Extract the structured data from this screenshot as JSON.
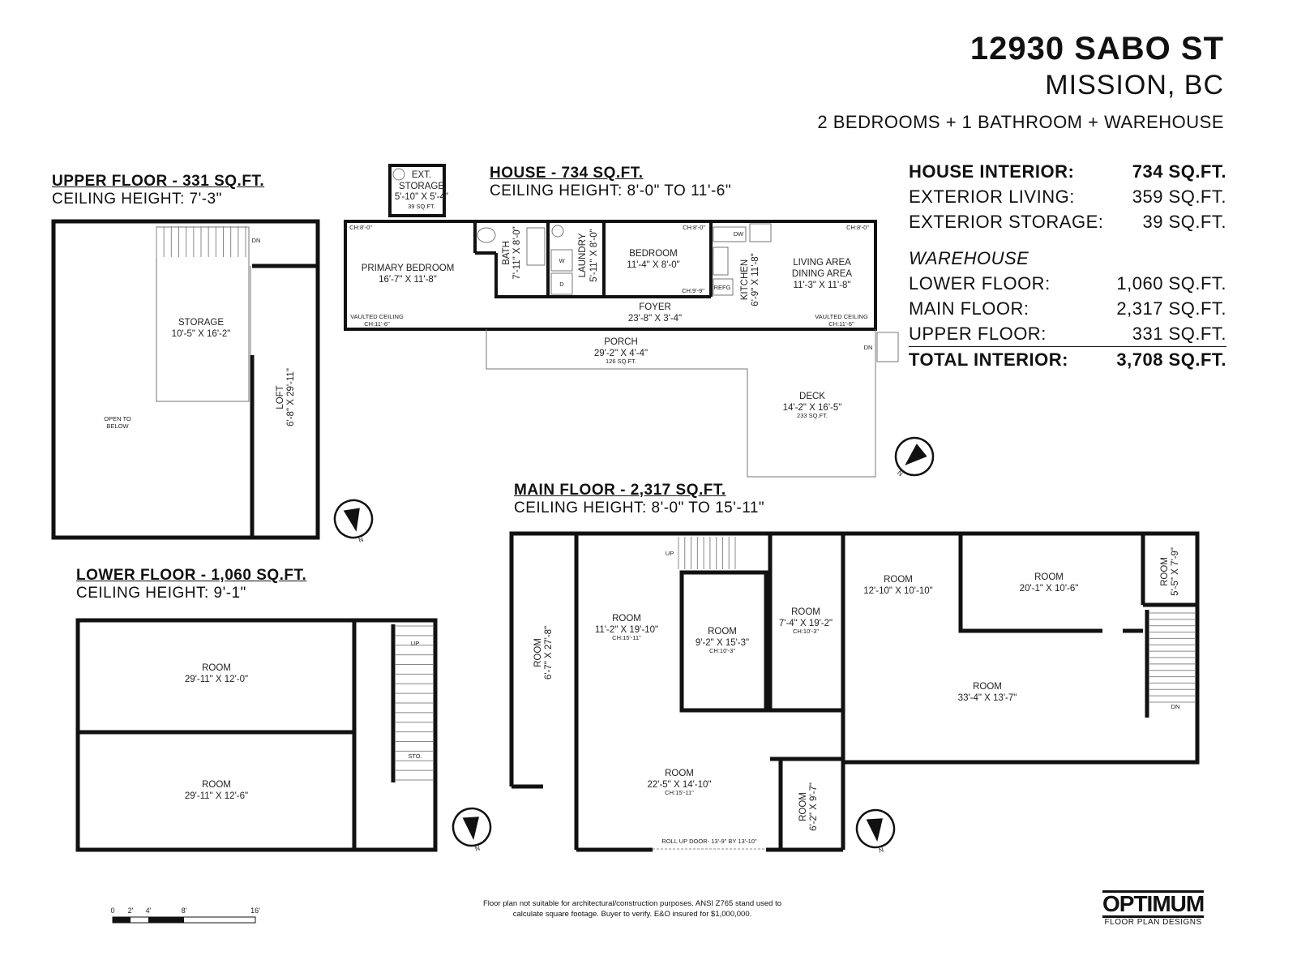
{
  "header": {
    "address": "12930 SABO ST",
    "city": "MISSION, BC",
    "summary_line": "2 BEDROOMS + 1 BATHROOM + WAREHOUSE"
  },
  "summary": {
    "house_rows": [
      {
        "label": "HOUSE INTERIOR:",
        "value": "734 SQ.FT."
      },
      {
        "label": "EXTERIOR  LIVING:",
        "value": "359 SQ.FT."
      },
      {
        "label": "EXTERIOR STORAGE:",
        "value": "39 SQ.FT."
      }
    ],
    "warehouse_heading": "WAREHOUSE",
    "warehouse_rows": [
      {
        "label": "LOWER FLOOR:",
        "value": "1,060 SQ.FT."
      },
      {
        "label": "MAIN FLOOR:",
        "value": "2,317 SQ.FT."
      },
      {
        "label": "UPPER FLOOR:",
        "value": "331 SQ.FT."
      }
    ],
    "total": {
      "label": "TOTAL INTERIOR:",
      "value": "3,708 SQ.FT."
    }
  },
  "plans": {
    "house": {
      "title": "HOUSE - 734 SQ.FT.",
      "ceiling": "CEILING HEIGHT: 8'-0\" TO 11'-6\"",
      "rooms": {
        "ext_storage": {
          "name1": "EXT.",
          "name2": "STORAGE",
          "dims": "5'-10\" X 5'-4\"",
          "area": "39 SQ.FT."
        },
        "primary": {
          "name": "PRIMARY BEDROOM",
          "dims": "16'-7\" X 11'-8\"",
          "ch_top": "CH:8'-0\"",
          "note1": "VAULTED CEILING",
          "note2": "CH:11'-6\""
        },
        "bath": {
          "name": "BATH",
          "dims": "7'-11\" X 8'-0\""
        },
        "laundry": {
          "name": "LAUNDRY",
          "dims": "5'-11\" X 8'-0\"",
          "washer": "W",
          "dryer": "D"
        },
        "bedroom": {
          "name": "BEDROOM",
          "dims": "11'-4\" X 8'-0\"",
          "ch_top": "CH:8'-0\"",
          "ch_bottom": "CH:9'-9\""
        },
        "kitchen": {
          "name": "KITCHEN",
          "dims": "6'-9\" X 11'-8\"",
          "dw": "DW",
          "refg": "REFG"
        },
        "living": {
          "name1": "LIVING AREA",
          "name2": "DINING AREA",
          "dims": "11'-3\" X 11'-8\"",
          "ch_top": "CH:8'-0\"",
          "note1": "VAULTED CEILING",
          "note2": "CH:11'-6\""
        },
        "foyer": {
          "name": "FOYER",
          "dims": "23'-8\" X 3'-4\""
        },
        "porch": {
          "name": "PORCH",
          "dims": "29'-2\" X 4'-4\"",
          "area": "126 SQ.FT."
        },
        "deck": {
          "name": "DECK",
          "dims": "14'-2\" X 16'-5\"",
          "area": "233 SQ.FT.",
          "stair": "DN"
        }
      }
    },
    "upper": {
      "title": "UPPER FLOOR - 331 SQ.FT.",
      "ceiling": "CEILING HEIGHT: 7'-3\"",
      "rooms": {
        "storage": {
          "name": "STORAGE",
          "dims": "10'-5\" X 16'-2\""
        },
        "open1": "OPEN TO",
        "open2": "BELOW",
        "loft": {
          "name": "LOFT",
          "dims": "6'-8\" X 29'-11\""
        },
        "stair": "DN"
      }
    },
    "lower": {
      "title": "LOWER FLOOR - 1,060 SQ.FT.",
      "ceiling": "CEILING HEIGHT: 9'-1\"",
      "rooms": {
        "room1": {
          "name": "ROOM",
          "dims": "29'-11\" X 12'-0\""
        },
        "room2": {
          "name": "ROOM",
          "dims": "29'-11\" X 12'-6\""
        },
        "sto": "STO.",
        "stair": "UP"
      }
    },
    "main": {
      "title": "MAIN FLOOR - 2,317 SQ.FT.",
      "ceiling": "CEILING HEIGHT: 8'-0\" TO 15'-11\"",
      "rooms": {
        "r_left": {
          "name": "ROOM",
          "dims": "6'-7\" X 27'-8\""
        },
        "r_a": {
          "name": "ROOM",
          "dims": "11'-2\" X 19'-10\"",
          "ch": "CH:15'-11\""
        },
        "r_b": {
          "name": "ROOM",
          "dims": "9'-2\" X 15'-3\"",
          "ch": "CH:10'-3\""
        },
        "r_c": {
          "name": "ROOM",
          "dims": "7'-4\" X 19'-2\"",
          "ch": "CH:10'-3\""
        },
        "r_d": {
          "name": "ROOM",
          "dims": "12'-10\" X 10'-10\""
        },
        "r_e": {
          "name": "ROOM",
          "dims": "20'-1\" X 10'-6\""
        },
        "r_f": {
          "name": "ROOM",
          "dims": "5'-5\" X 7'-9\""
        },
        "r_g": {
          "name": "ROOM",
          "dims": "33'-4\" X 13'-7\""
        },
        "r_h": {
          "name": "ROOM",
          "dims": "22'-5\" X 14'-10\"",
          "ch": "CH:15'-11\""
        },
        "r_i": {
          "name": "ROOM",
          "dims": "6'-2\" X 9'-7\""
        },
        "rollup": "ROLL UP DOOR- 13'-9\" BY 13'-10\"",
        "stair_up": "UP",
        "stair_dn": "DN"
      }
    }
  },
  "compass_label": "N",
  "scale": {
    "ticks": [
      "0",
      "2'",
      "4'",
      "8'",
      "16'"
    ]
  },
  "disclaimer": {
    "line1": "Floor plan not suitable for architectural/construction purposes. ANSI Z765 stand used to",
    "line2": "calculate square footage. Buyer to verify.  E&O insured for $1,000,000."
  },
  "logo": {
    "name": "OPTIMUM",
    "tagline": "FLOOR PLAN DESIGNS"
  }
}
